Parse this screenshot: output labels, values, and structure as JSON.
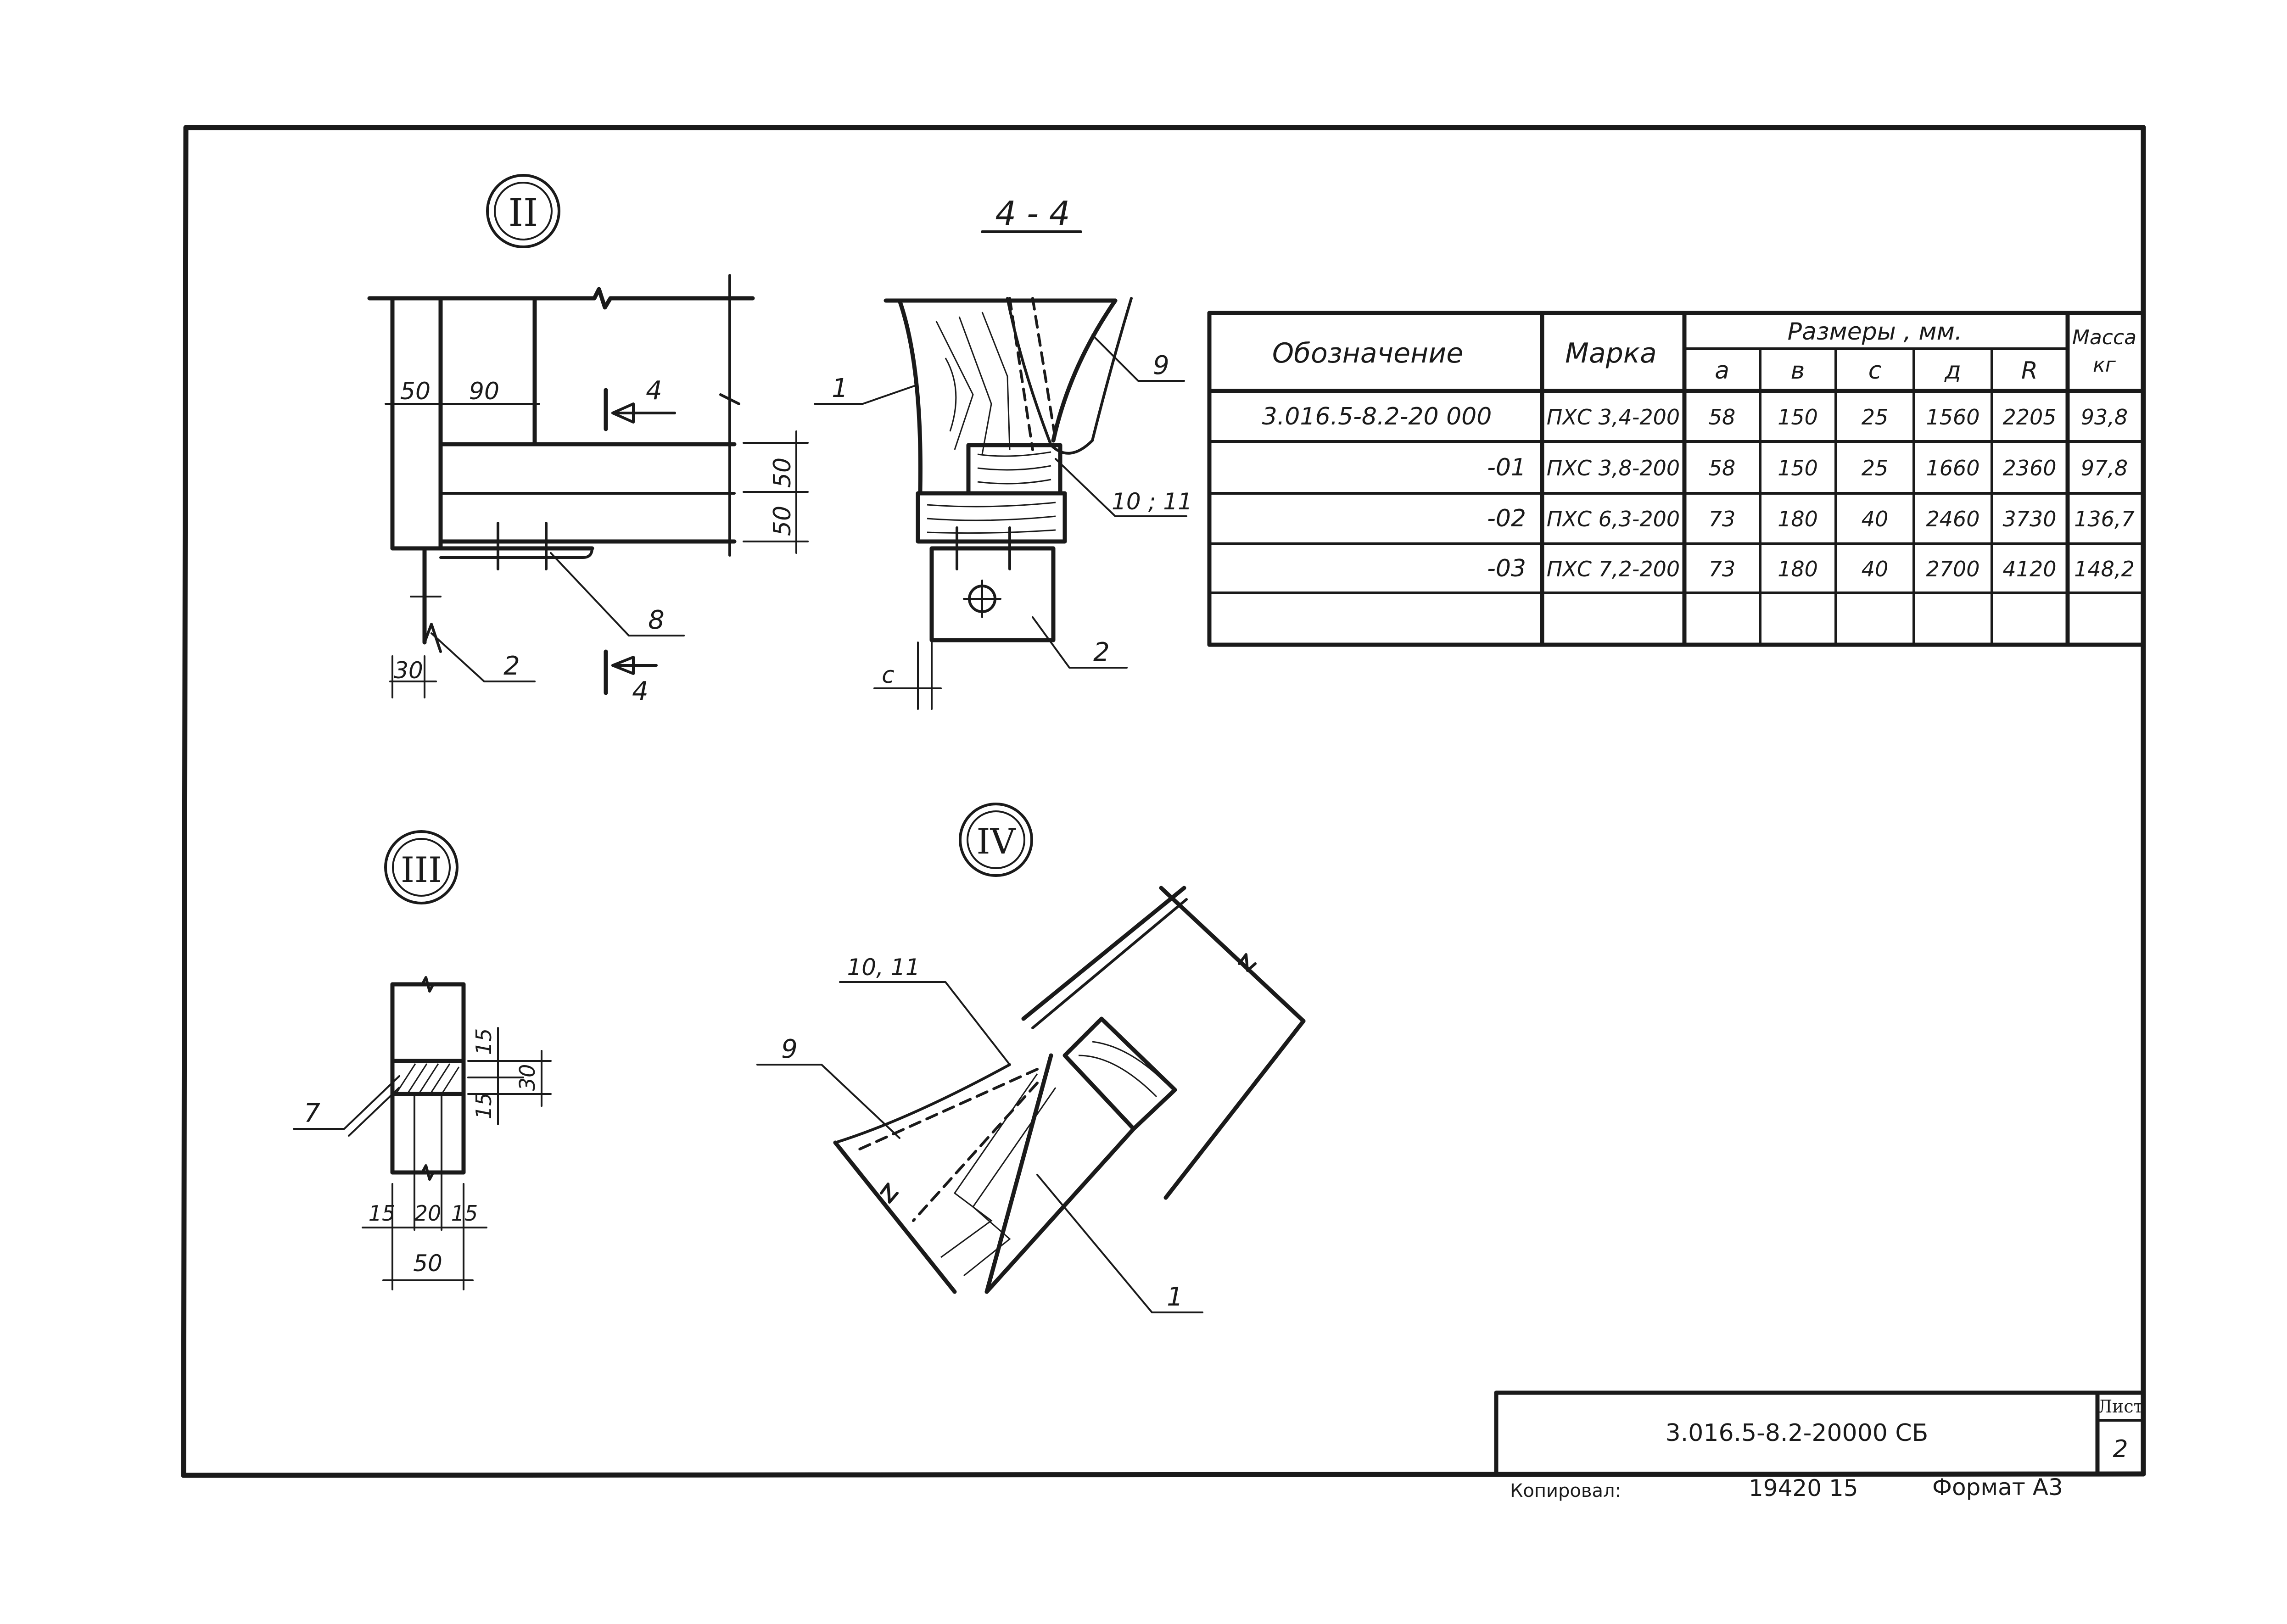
{
  "views": {
    "ii": {
      "marker": "II"
    },
    "iii": {
      "marker": "III"
    },
    "iv": {
      "marker": "IV"
    },
    "section": {
      "title": "4 - 4"
    }
  },
  "callouts": {
    "ii_dim_50": "50",
    "ii_dim_90": "90",
    "ii_dim_50a": "50",
    "ii_dim_50b": "50",
    "ii_dim_30": "30",
    "ii_part_8": "8",
    "ii_part_2": "2",
    "ii_cut_4a": "4",
    "ii_cut_4b": "4",
    "s_part_1": "1",
    "s_part_9": "9",
    "s_part_10_11": "10 ; 11",
    "s_part_2": "2",
    "s_dim_c": "c",
    "iii_part_7": "7",
    "iii_dim_15a": "15",
    "iii_dim_15b": "15",
    "iii_dim_30": "30",
    "iii_dim_15c": "15",
    "iii_dim_20": "20",
    "iii_dim_15d": "15",
    "iii_dim_50": "50",
    "iv_part_10_11": "10, 11",
    "iv_part_9": "9",
    "iv_part_1": "1"
  },
  "table": {
    "headers": {
      "designation": "Обозначение",
      "mark": "Марка",
      "sizes": "Размеры ,  мм.",
      "mass_line1": "Масса",
      "mass_line2": "кг"
    },
    "size_cols": [
      "а",
      "в",
      "с",
      "д",
      "R"
    ],
    "rows": [
      {
        "designation": "3.016.5-8.2-20 000",
        "mark": "ПХС 3,4-200",
        "a": "58",
        "b": "150",
        "c": "25",
        "d": "1560",
        "r": "2205",
        "mass": "93,8"
      },
      {
        "designation": "-01",
        "mark": "ПХС 3,8-200",
        "a": "58",
        "b": "150",
        "c": "25",
        "d": "1660",
        "r": "2360",
        "mass": "97,8"
      },
      {
        "designation": "-02",
        "mark": "ПХС 6,3-200",
        "a": "73",
        "b": "180",
        "c": "40",
        "d": "2460",
        "r": "3730",
        "mass": "136,7"
      },
      {
        "designation": "-03",
        "mark": "ПХС 7,2-200",
        "a": "73",
        "b": "180",
        "c": "40",
        "d": "2700",
        "r": "4120",
        "mass": "148,2"
      }
    ]
  },
  "title_block": {
    "code": "3.016.5-8.2-20000 СБ",
    "sheet_label": "Лист",
    "sheet_number": "2"
  },
  "footer": {
    "copied": "Копировал:",
    "number": "19420  15",
    "format": "Формат  А3"
  }
}
